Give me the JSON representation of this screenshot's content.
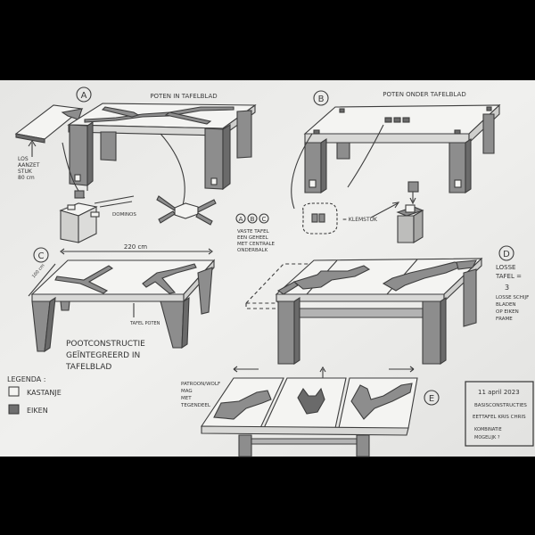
{
  "sections": {
    "A": {
      "letter": "A",
      "title": "POTEN IN TAFELBLAD",
      "note_lines": [
        "LOS",
        "AANZET",
        "STUK",
        "80 cm"
      ],
      "dominos": "DOMINOS"
    },
    "B": {
      "letter": "B",
      "title": "POTEN ONDER TAFELBLAD",
      "klemstuk": "= KLEMSTUK"
    },
    "ABC": {
      "letters": [
        "A",
        "B",
        "C"
      ],
      "lines": [
        "VASTE TAFEL",
        "EEN GEHEEL",
        "MET CENTRALE",
        "ONDERBALK"
      ]
    },
    "C": {
      "letter": "C",
      "dimension": "220 cm",
      "depth": "100 cm",
      "label": "TAFEL POTEN",
      "caption_lines": [
        "POOTCONSTRUCTIE",
        "GEÏNTEGREERD IN",
        "TAFELBLAD"
      ]
    },
    "D": {
      "letter": "D",
      "lines": [
        "LOSSE",
        "TAFEL =",
        "3",
        "LOSSE SCHIJF",
        "BLADEN",
        "OP EIKEN",
        "FRAME"
      ]
    },
    "E": {
      "letter": "E",
      "note_lines": [
        "PATROON/WOLF",
        "MAG",
        "MET",
        "TEGENDEEL"
      ]
    }
  },
  "legend": {
    "title": "LEGENDA :",
    "items": [
      {
        "label": "KASTANJE",
        "color": "#f4f4f2"
      },
      {
        "label": "EIKEN",
        "color": "#6f6f6f"
      }
    ]
  },
  "title_block": {
    "lines": [
      "11 april 2023",
      "BASISCONSTRUCTIES",
      "EETTAFEL KRIS CHRIS",
      "KOMBINATIE",
      "MOGELIJK ?"
    ]
  },
  "colors": {
    "paper": "#ededeb",
    "background": "#000000",
    "oak": "#8d8d8d",
    "chestnut": "#f4f4f2",
    "pencil": "#3d3d3d"
  }
}
